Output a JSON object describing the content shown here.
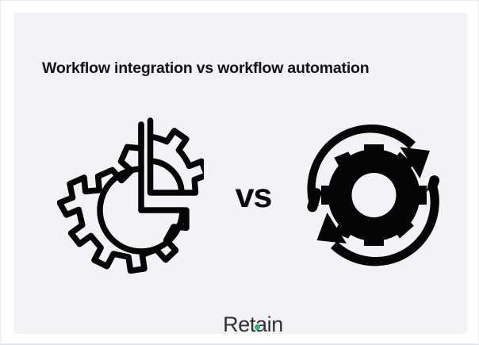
{
  "graphic": {
    "title": "Workflow integration vs workflow automation",
    "vs_label": "vs",
    "comparison": {
      "left": {
        "icon": "gear-with-detached-segment-icon",
        "concept": "workflow integration"
      },
      "right": {
        "icon": "gear-in-refresh-cycle-icon",
        "concept": "workflow automation"
      }
    }
  },
  "brand": {
    "wordmark": "Retain",
    "dot_icon": "green-dot-icon"
  },
  "colors": {
    "panel_background": "#f2f3f7",
    "frame_background": "#ffffff",
    "frame_border": "#e9eaf0",
    "title_text": "#121217",
    "vs_text": "#0a0a0d",
    "icon_stroke": "#050505",
    "brand_text": "#2f3038",
    "brand_accent": "#2eb673"
  }
}
